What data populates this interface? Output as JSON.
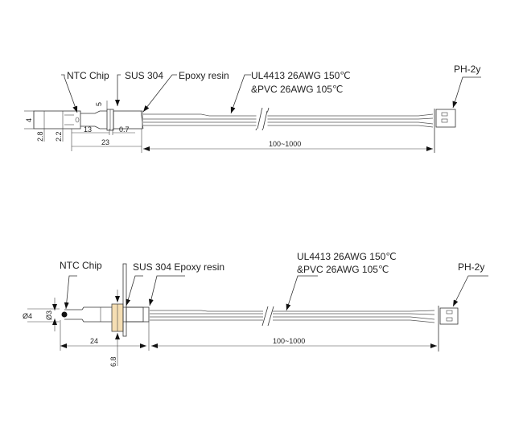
{
  "drawings": [
    {
      "id": "top",
      "labels": {
        "ntc_chip": "NTC Chip",
        "sus": "SUS 304",
        "epoxy": "Epoxy resin",
        "wire_line1": "UL4413 26AWG  150℃",
        "wire_line2": "&PVC 26AWG 105℃",
        "connector": "PH-2y"
      },
      "dimensions": {
        "head_dia": "4",
        "d1": "2.8",
        "d2": "2.2",
        "sleeve_dia": "5",
        "len_13": "13",
        "len_07": "0.7",
        "len_23": "23",
        "cable_len": "100~1000"
      }
    },
    {
      "id": "bottom",
      "labels": {
        "ntc_chip": "NTC Chip",
        "sus_epoxy": "SUS 304 Epoxy resin",
        "wire_line1": "UL4413 26AWG  150℃",
        "wire_line2": "&PVC 26AWG 105℃",
        "connector": "PH-2y"
      },
      "dimensions": {
        "outer_dia": "Ø4",
        "inner_dia": "Ø3",
        "len_24": "24",
        "flange": "6.8",
        "cable_len": "100~1000"
      }
    }
  ],
  "colors": {
    "flange_fill": "#f5deb3",
    "probe_fill": "#e4e4e4"
  }
}
